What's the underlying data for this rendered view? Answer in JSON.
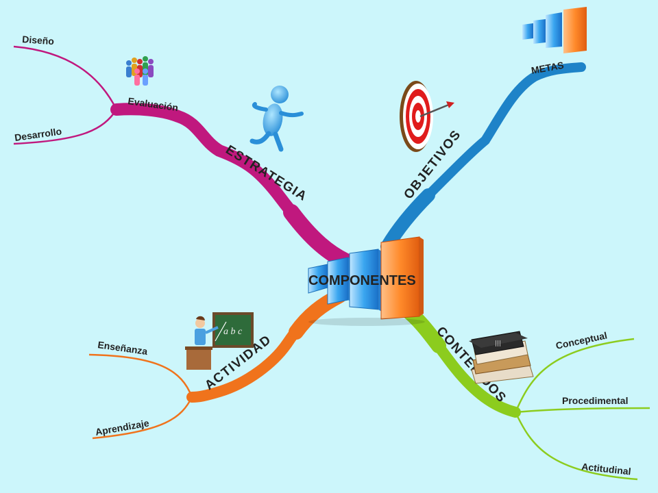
{
  "center": {
    "label": "COMPONENTES"
  },
  "branches": {
    "estrategia": {
      "label": "ESTRATEGIA",
      "color": "#c0187e",
      "leaves": [
        "Diseño",
        "Evaluación",
        "Desarrollo"
      ]
    },
    "objetivos": {
      "label": "OBJETIVOS",
      "color": "#1e83c8",
      "leaves": [
        "METAS"
      ]
    },
    "actividad": {
      "label": "ACTIVIDAD",
      "color": "#f0731c",
      "leaves": [
        "Enseñanza",
        "Aprendizaje"
      ]
    },
    "contenidos": {
      "label": "CONTENIDOS",
      "color": "#8ccc1e",
      "leaves": [
        "Conceptual",
        "Procedimental",
        "Actitudinal"
      ]
    }
  },
  "icons": {
    "center": "bar-chart-icon",
    "estrategia": "running-figure-icon",
    "evaluacion": "people-group-icon",
    "objetivos": "target-icon",
    "metas": "bar-chart-icon",
    "actividad": "teacher-chalkboard-icon",
    "chalkboard_text": "a b c",
    "contenidos": "books-icon"
  }
}
